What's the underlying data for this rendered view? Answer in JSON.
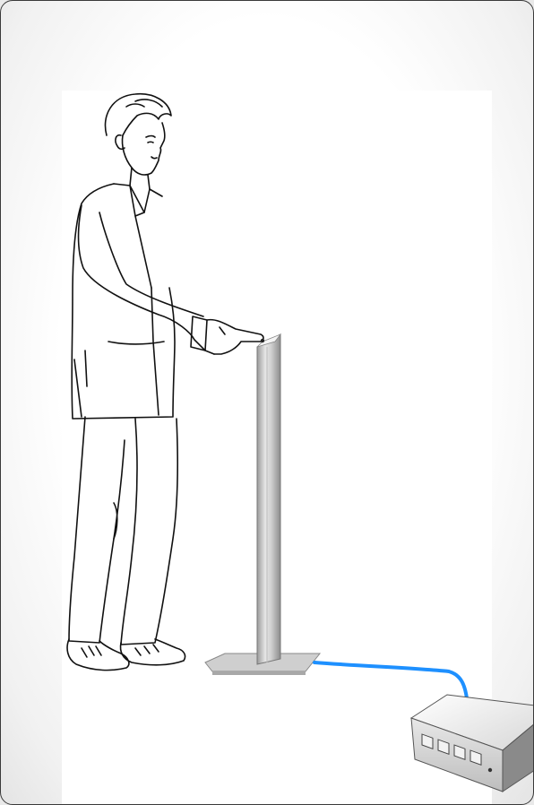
{
  "illustration": {
    "figure": "man-pointing-at-post",
    "post": "sensor-post",
    "cable_color": "#1e90ff",
    "device": "network-box",
    "device_ports": 4
  }
}
